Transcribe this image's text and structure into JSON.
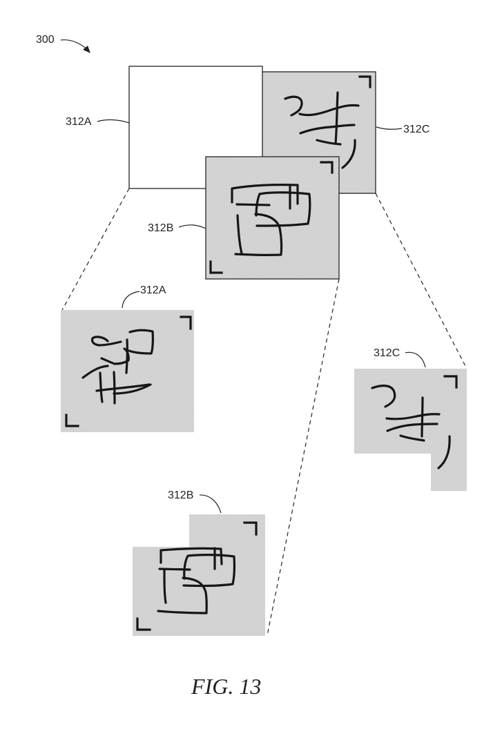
{
  "figure": {
    "reference_number": "300",
    "caption": "FIG. 13",
    "labels": {
      "a_top": "312A",
      "b_top": "312B",
      "c_top": "312C",
      "a_detail": "312A",
      "b_detail": "312B",
      "c_detail": "312C"
    }
  },
  "colors": {
    "tile_fill": "#dcdcdc",
    "ink": "#161616",
    "background": "#ffffff"
  }
}
